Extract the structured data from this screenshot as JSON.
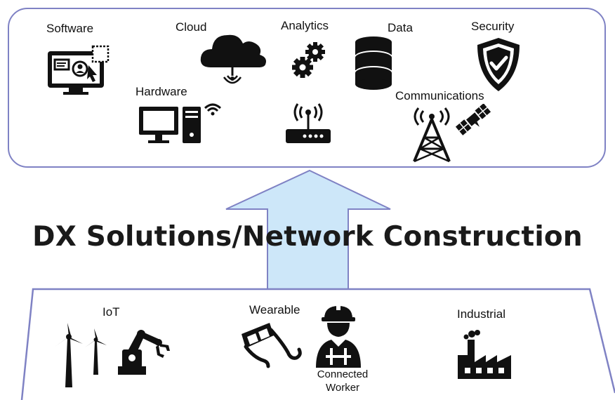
{
  "top": {
    "software": "Software",
    "cloud": "Cloud",
    "analytics": "Analytics",
    "data": "Data",
    "security": "Security",
    "hardware": "Hardware",
    "communications": "Communications"
  },
  "title": "DX Solutions/Network Construction",
  "bottom": {
    "iot": "IoT",
    "wearable": "Wearable",
    "industrial": "Industrial",
    "connected_worker_line1": "Connected",
    "connected_worker_line2": "Worker"
  },
  "colors": {
    "panel_border": "#7f82c4",
    "arrow_fill": "#cde7f9",
    "arrow_border": "#7f82c4",
    "icon": "#111111"
  }
}
